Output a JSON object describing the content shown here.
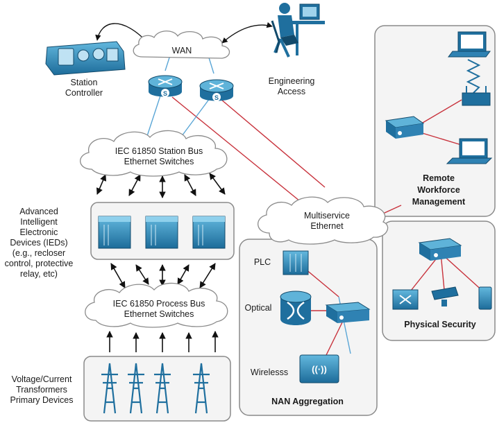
{
  "wan": {
    "label": "WAN"
  },
  "station_controller": {
    "line1": "Station",
    "line2": "Controller"
  },
  "engineering_access": {
    "line1": "Engineering",
    "line2": "Access"
  },
  "station_bus": {
    "line1": "IEC 61850 Station Bus",
    "line2": "Ethernet Switches"
  },
  "process_bus": {
    "line1": "IEC 61850 Process Bus",
    "line2": "Ethernet Switches"
  },
  "ieds": {
    "lines": [
      "Advanced",
      "Intelligent",
      "Electronic",
      "Devices (IEDs)",
      "(e.g., recloser",
      "control, protective",
      "relay, etc)"
    ]
  },
  "primary_devices": {
    "lines": [
      "Voltage/Current",
      "Transformers",
      "Primary Devices"
    ]
  },
  "multiservice": {
    "line1": "Multiservice",
    "line2": "Ethernet"
  },
  "remote_workforce": {
    "lines": [
      "Remote",
      "Workforce",
      "Management"
    ]
  },
  "physical_security": {
    "label": "Physical Security"
  },
  "nan": {
    "title": "NAN Aggregation",
    "plc": "PLC",
    "optical": "Optical",
    "wireless": "Wirelesss"
  },
  "router_badge": "S",
  "icons": [
    "camera-icon",
    "desktop-computer-icon",
    "server-rack-icon",
    "router-icon",
    "switch-icon",
    "laptop-icon",
    "wireless-access-point-icon",
    "transmission-tower-icon",
    "optical-transport-icon",
    "wireless-router-icon",
    "badge-reader-icon",
    "security-camera-icon",
    "door-sensor-icon"
  ],
  "colors": {
    "device_blue": "#1f6f9e",
    "device_light": "#5fb3d9",
    "link_red": "#c8323c",
    "link_blue": "#5aa6d6",
    "panel_border": "#8a8a8a",
    "panel_fill": "#f4f4f4"
  }
}
